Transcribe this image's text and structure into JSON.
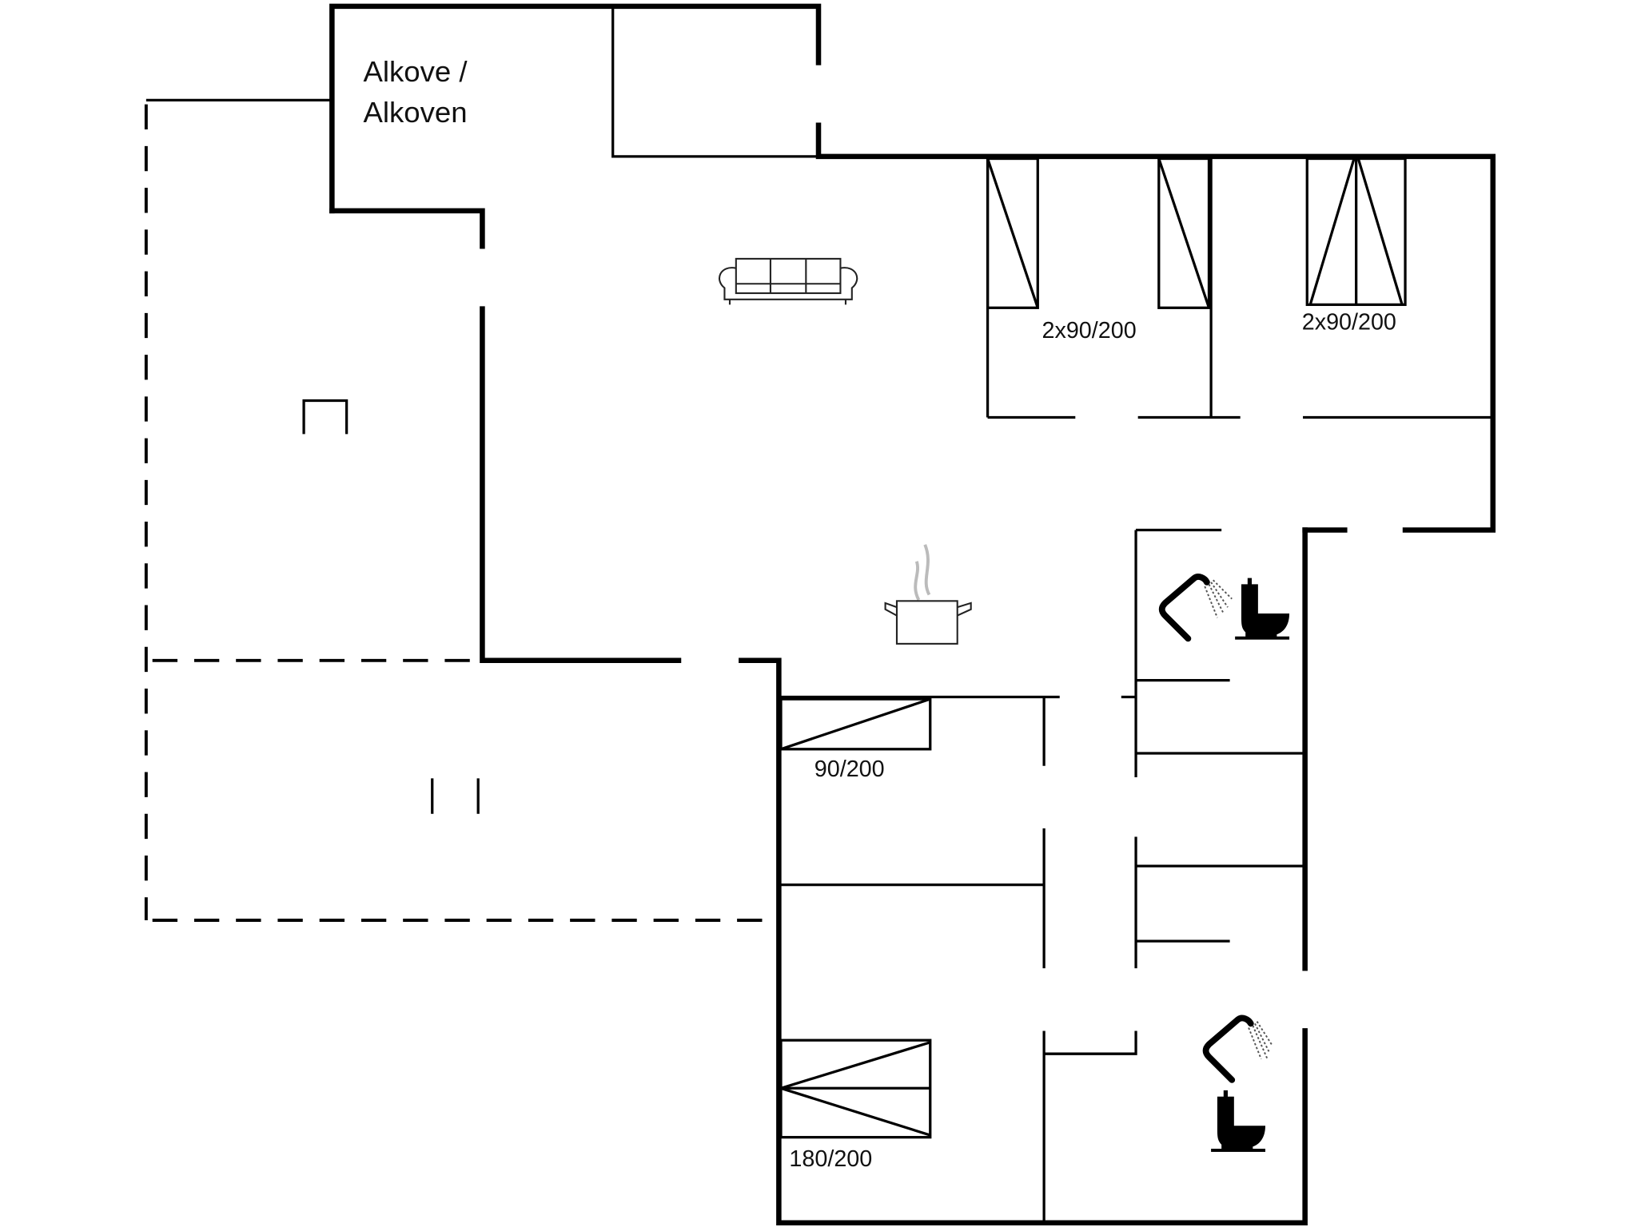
{
  "plan": {
    "rooms": {
      "alcove_label_line1": "Alkove /",
      "alcove_label_line2": "Alkoven"
    },
    "beds": [
      {
        "id": "bedroom-1",
        "label": "2x90/200"
      },
      {
        "id": "bedroom-2",
        "label": "2x90/200"
      },
      {
        "id": "bedroom-3",
        "label": "90/200"
      },
      {
        "id": "bedroom-4",
        "label": "180/200"
      }
    ],
    "icons": [
      "sofa-icon",
      "cooking-pot-icon",
      "shower-icon",
      "toilet-icon",
      "shower-icon",
      "toilet-icon"
    ],
    "colors": {
      "wall": "#000000",
      "background": "#ffffff",
      "steam": "#bbbbbb"
    }
  }
}
